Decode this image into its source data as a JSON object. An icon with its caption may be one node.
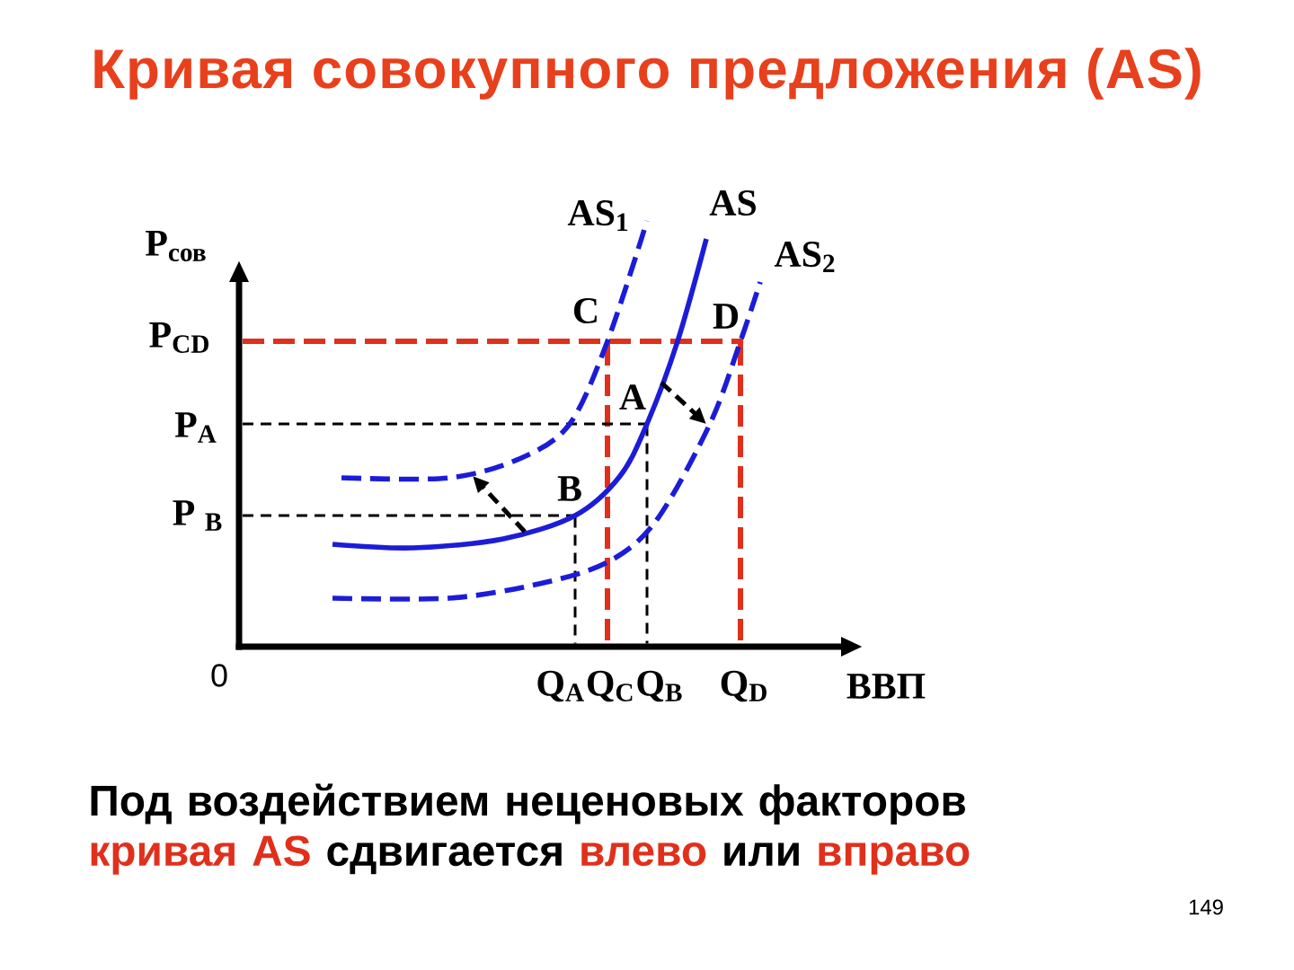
{
  "diagram": {
    "title": "Кривая совокупного предложения (AS)",
    "labels": [
      "AS$_{1}$",
      "AS",
      "P$_{сов}$",
      "AS$_{2}$",
      "P$_{CD}$",
      "C",
      "D",
      "P$_{A}$",
      "A",
      "P $_{B}$",
      "B",
      "0",
      "Q$_{A}$",
      "Q$_{C}$",
      "Q$_{B}$",
      "Q$_{D}$",
      "ВВП",
      "149"
    ],
    "caption": "Под воздействием неценовых факторов кривая AS сдвигается влево или вправо"
  }
}
